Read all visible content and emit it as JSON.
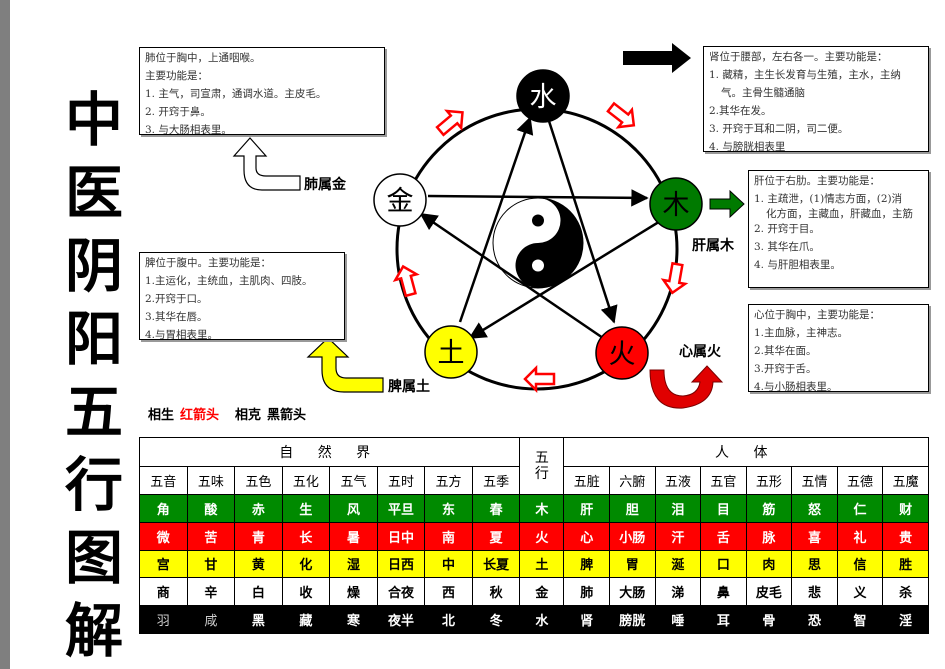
{
  "title_chars": [
    "中",
    "医",
    "阴",
    "阳",
    "五",
    "行",
    "图",
    "解"
  ],
  "elements": {
    "water": {
      "char": "水",
      "color": "#000000",
      "text_color": "#ffffff"
    },
    "wood": {
      "char": "木",
      "color": "#007a00",
      "text_color": "#000000"
    },
    "fire": {
      "char": "火",
      "color": "#ff0000",
      "text_color": "#000000"
    },
    "earth": {
      "char": "土",
      "color": "#ffff00",
      "text_color": "#000000"
    },
    "metal": {
      "char": "金",
      "color": "#ffffff",
      "text_color": "#000000"
    }
  },
  "labels": {
    "lung": "肺属金",
    "liver": "肝属木",
    "heart": "心属火",
    "spleen": "脾属土"
  },
  "legend": {
    "sheng": "相生",
    "sheng_val": "红箭头",
    "ke": "相克",
    "ke_val": "黑箭头"
  },
  "notes": {
    "lung": [
      "肺位于胸中，上通咽喉。",
      "主要功能是：",
      "1.  主气，司宣肃，通调水道。主皮毛。",
      "2.  开窍于鼻。",
      "3.  与大肠相表里。"
    ],
    "kidney": [
      "肾位于腰部，左右各一。主要功能是：",
      "1.  藏精，主生长发育与生殖，主水，主纳",
      "气。主骨生髓通脑",
      "2.其华在发。",
      "3.  开窍于耳和二阴，司二便。",
      "4.  与膀胱相表里"
    ],
    "liver": [
      "肝位于右肋。主要功能是：",
      "1.  主疏泄，(1)情志方面，(2)消",
      "化方面，主藏血，肝藏血，主筋",
      "2.  开窍于目。",
      "3.  其华在爪。",
      "4.  与肝胆相表里。"
    ],
    "spleen": [
      "脾位于腹中。主要功能是：",
      "1.主运化，主统血，主肌肉、四肢。",
      "2.开窍于口。",
      "3.其华在唇。",
      "4.与胃相表里。"
    ],
    "heart": [
      "心位于胸中，主要功能是：",
      "1.主血脉，主神志。",
      "2.其华在面。",
      "3.开窍于舌。",
      "4.与小肠相表里。"
    ]
  },
  "table": {
    "nature_header": "自 然 界",
    "wuxing_header": "五行",
    "body_header": "人 体",
    "nature_cols": [
      "五音",
      "五味",
      "五色",
      "五化",
      "五气",
      "五时",
      "五方",
      "五季"
    ],
    "body_cols": [
      "五脏",
      "六腑",
      "五液",
      "五官",
      "五形",
      "五情",
      "五德",
      "五魔"
    ],
    "rows": [
      {
        "key": "wood",
        "nature": [
          "角",
          "酸",
          "赤",
          "生",
          "风",
          "平旦",
          "东",
          "春"
        ],
        "element": "木",
        "body": [
          "肝",
          "胆",
          "泪",
          "目",
          "筋",
          "怒",
          "仁",
          "财"
        ]
      },
      {
        "key": "fire",
        "nature": [
          "微",
          "苦",
          "青",
          "长",
          "暑",
          "日中",
          "南",
          "夏"
        ],
        "element": "火",
        "body": [
          "心",
          "小肠",
          "汗",
          "舌",
          "脉",
          "喜",
          "礼",
          "贵"
        ]
      },
      {
        "key": "earth",
        "nature": [
          "宫",
          "甘",
          "黄",
          "化",
          "湿",
          "日西",
          "中",
          "长夏"
        ],
        "element": "土",
        "body": [
          "脾",
          "胃",
          "涎",
          "口",
          "肉",
          "思",
          "信",
          "胜"
        ]
      },
      {
        "key": "metal",
        "nature": [
          "商",
          "辛",
          "白",
          "收",
          "燥",
          "合夜",
          "西",
          "秋"
        ],
        "element": "金",
        "body": [
          "肺",
          "大肠",
          "涕",
          "鼻",
          "皮毛",
          "悲",
          "义",
          "杀"
        ]
      },
      {
        "key": "water",
        "nature": [
          "羽",
          "咸",
          "黑",
          "藏",
          "寒",
          "夜半",
          "北",
          "冬"
        ],
        "element": "水",
        "body": [
          "肾",
          "膀胱",
          "唾",
          "耳",
          "骨",
          "恐",
          "智",
          "淫"
        ]
      }
    ]
  }
}
